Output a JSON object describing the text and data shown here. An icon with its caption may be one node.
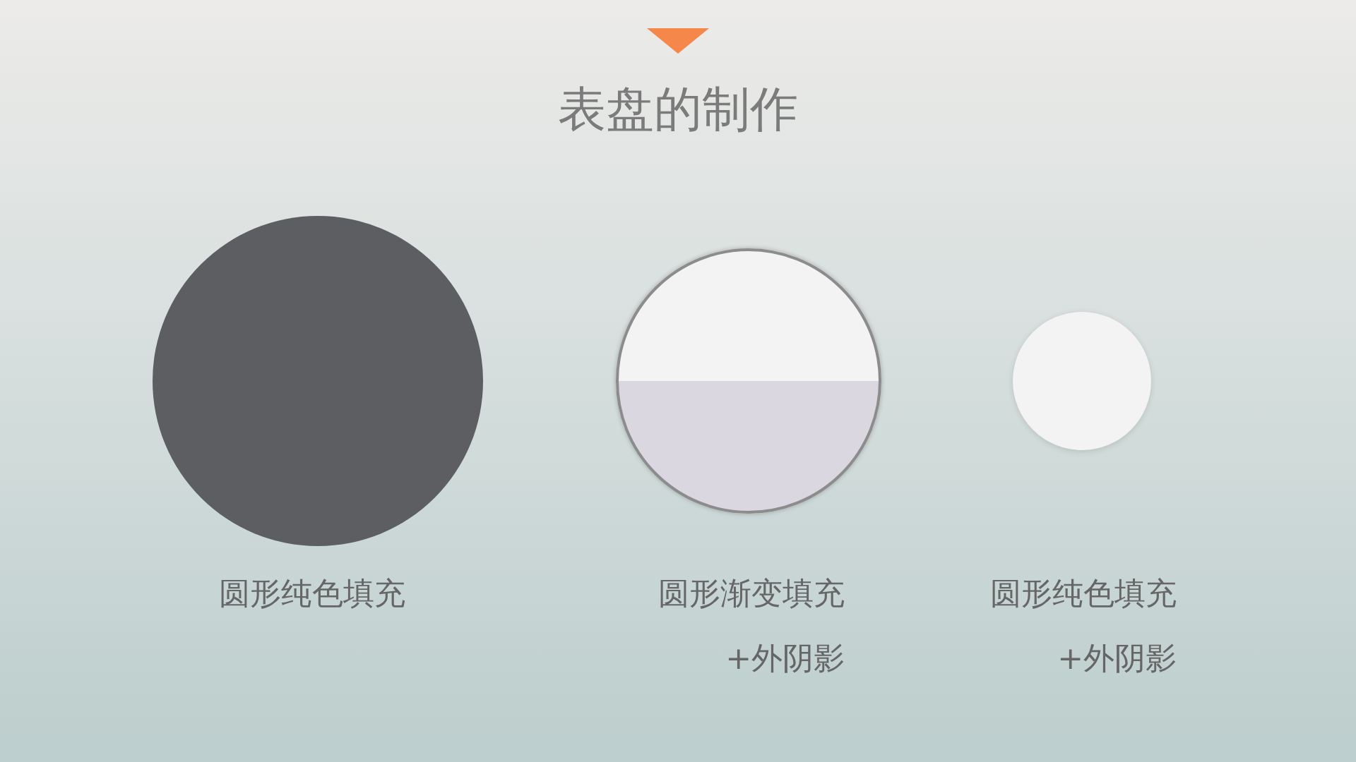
{
  "diagram": {
    "title": "表盘的制作",
    "nodes": [
      {
        "text": [],
        "shape": "circle",
        "beside": [
          "圆形纯色填充"
        ]
      },
      {
        "text": [],
        "shape": "circle",
        "beside": [
          "圆形渐变填充",
          "+外阴影"
        ]
      },
      {
        "text": [],
        "shape": "circle",
        "beside": [
          "圆形纯色填充",
          "+外阴影"
        ]
      }
    ],
    "edges": []
  }
}
